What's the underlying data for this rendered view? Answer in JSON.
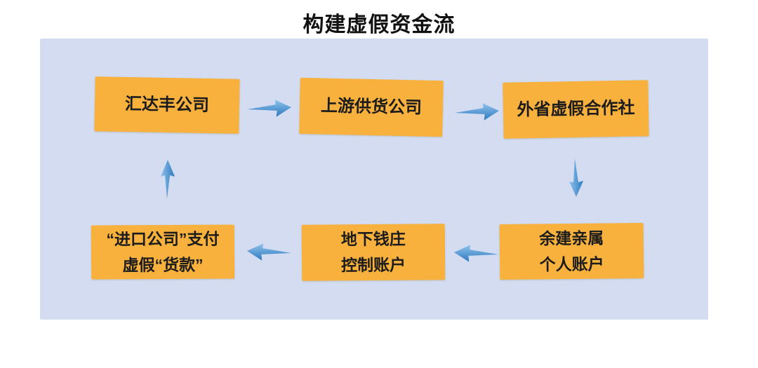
{
  "title": "构建虚假资金流",
  "palette": {
    "panel_bg": "#d3dcf0",
    "node_bg": "#f8b13c",
    "node_text": "#1c1c1c",
    "arrow_light": "#8fc2ec",
    "arrow_dark": "#2e79be",
    "title_color": "#111111"
  },
  "nodes": [
    {
      "id": "huidafeng-company",
      "lines": [
        "汇达丰公司"
      ]
    },
    {
      "id": "upstream-supplier",
      "lines": [
        "上游供货公司"
      ]
    },
    {
      "id": "out-of-province-fake-cooperative",
      "lines": [
        "外省虚假合作社"
      ]
    },
    {
      "id": "yujian-relatives-accounts",
      "lines": [
        "余建亲属",
        "个人账户"
      ]
    },
    {
      "id": "underground-bank-accounts",
      "lines": [
        "地下钱庄",
        "控制账户"
      ]
    },
    {
      "id": "import-company-fake-payment",
      "lines": [
        "“进口公司”支付",
        "虚假“货款”"
      ]
    }
  ],
  "edges": [
    {
      "from": "huidafeng-company",
      "to": "upstream-supplier",
      "direction": "right"
    },
    {
      "from": "upstream-supplier",
      "to": "out-of-province-fake-cooperative",
      "direction": "right"
    },
    {
      "from": "out-of-province-fake-cooperative",
      "to": "yujian-relatives-accounts",
      "direction": "down"
    },
    {
      "from": "yujian-relatives-accounts",
      "to": "underground-bank-accounts",
      "direction": "left"
    },
    {
      "from": "underground-bank-accounts",
      "to": "import-company-fake-payment",
      "direction": "left"
    },
    {
      "from": "import-company-fake-payment",
      "to": "huidafeng-company",
      "direction": "up"
    }
  ]
}
